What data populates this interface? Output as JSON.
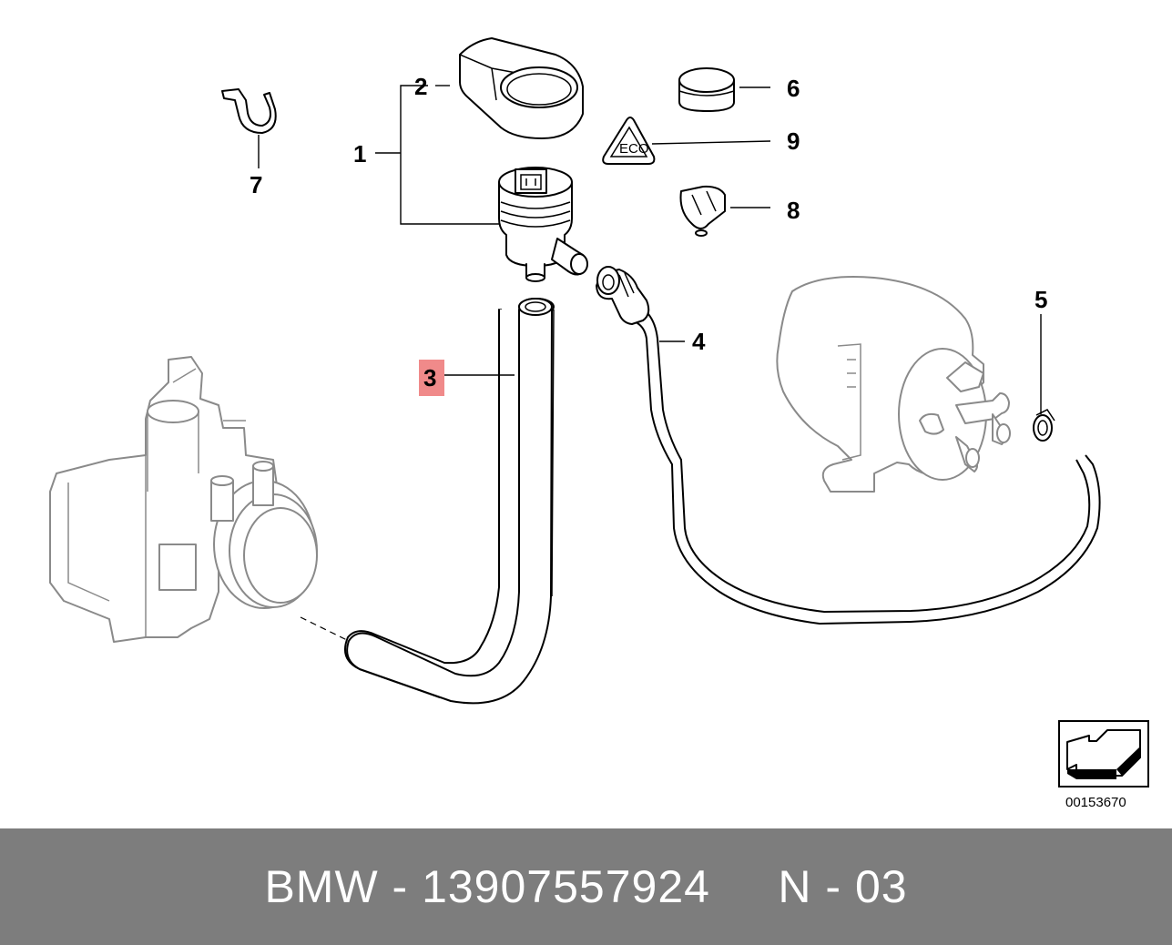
{
  "diagram": {
    "callouts": [
      {
        "id": "1",
        "label": "1"
      },
      {
        "id": "2",
        "label": "2"
      },
      {
        "id": "3",
        "label": "3",
        "highlighted": true
      },
      {
        "id": "4",
        "label": "4"
      },
      {
        "id": "5",
        "label": "5"
      },
      {
        "id": "6",
        "label": "6"
      },
      {
        "id": "7",
        "label": "7"
      },
      {
        "id": "8",
        "label": "8"
      },
      {
        "id": "9",
        "label": "9"
      }
    ],
    "highlight_color": "#f08a8a",
    "reference_number": "00153670",
    "direction_icon": "forward-arrow-icon"
  },
  "footer": {
    "text": "BMW - 13907557924     N - 03",
    "background": "#7d7d7d"
  }
}
